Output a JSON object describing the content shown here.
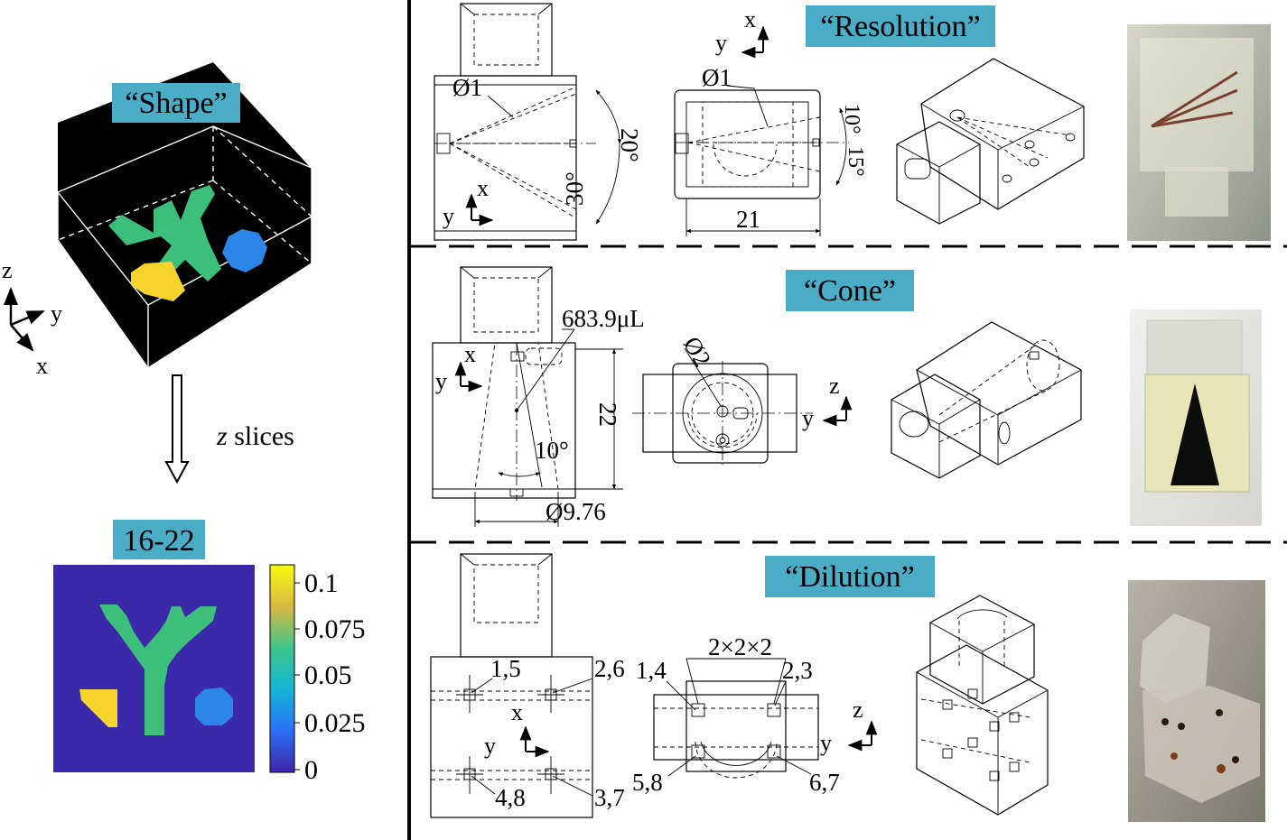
{
  "left": {
    "shape_tag": "“Shape”",
    "axes": {
      "z": "z",
      "y": "y",
      "x": "x"
    },
    "arrow_caption_italic": "z",
    "arrow_caption_rest": " slices",
    "slice_tag": "16-22",
    "colorbar_ticks": [
      "0.1",
      "0.075",
      "0.05",
      "0.025",
      "0"
    ],
    "colors": {
      "black": "#000000",
      "green": "#3cbf7a",
      "yellow": "#f6d32d",
      "blue": "#2b86e8",
      "slice_bg": "#3a29a8"
    }
  },
  "panels": [
    {
      "tag": "“Resolution”",
      "dims": {
        "d1": "Ø1",
        "d1b": "Ø1",
        "a20": "20°",
        "a30": "30°",
        "a10": "10°",
        "a15": "15°",
        "w21": "21"
      },
      "axes1": {
        "x": "x",
        "y": "y"
      },
      "axes2": {
        "x": "x",
        "y": "y"
      }
    },
    {
      "tag": "“Cone”",
      "dims": {
        "vol": "683.9μL",
        "h22": "22",
        "a10": "10°",
        "d976": "Ø9.76",
        "d2": "Ø2"
      },
      "axes1": {
        "x": "x",
        "y": "y"
      },
      "axes2": {
        "z": "z",
        "y": "y"
      }
    },
    {
      "tag": "“Dilution”",
      "dims": {
        "p15": "1,5",
        "p26": "2,6",
        "p48": "4,8",
        "p37": "3,7",
        "p14": "1,4",
        "p23": "2,3",
        "p58": "5,8",
        "p67": "6,7",
        "size": "2×2×2"
      },
      "axes1": {
        "x": "x",
        "y": "y"
      },
      "axes2": {
        "z": "z",
        "y": "y"
      }
    }
  ]
}
